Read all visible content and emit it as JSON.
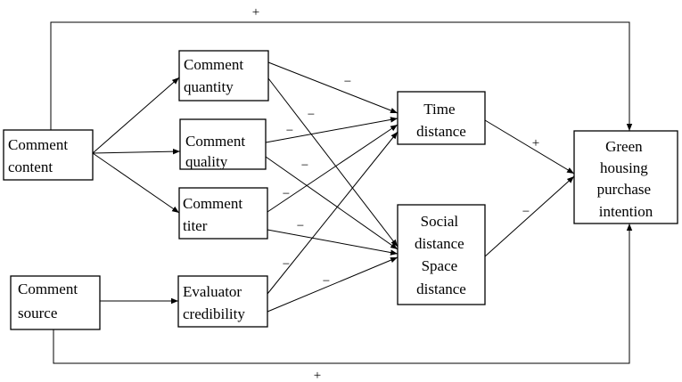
{
  "nodes": {
    "comment_content": [
      "Comment",
      "content"
    ],
    "comment_quantity": [
      "Comment",
      "quantity"
    ],
    "comment_quality": [
      "Comment",
      "quality"
    ],
    "comment_titer": [
      "Comment",
      "titer"
    ],
    "comment_source": [
      "Comment",
      "source"
    ],
    "evaluator_credibility": [
      "Evaluator",
      "credibility"
    ],
    "time_distance": [
      "Time",
      "distance"
    ],
    "social_space_distance": [
      "Social",
      "distance",
      "Space",
      "distance"
    ],
    "green_housing_purchase_intention": [
      "Green",
      "housing",
      "purchase",
      "intention"
    ]
  },
  "edge_labels": {
    "top_plus": "+",
    "bottom_plus": "+",
    "quantity_time": "−",
    "quantity_social": "−",
    "quality_time": "−",
    "quality_social": "−",
    "titer_time": "−",
    "titer_social": "−",
    "credibility_time": "−",
    "credibility_social": "−",
    "time_green": "+",
    "social_green": "−"
  },
  "colors": {
    "line": "#000000",
    "background": "#ffffff"
  }
}
